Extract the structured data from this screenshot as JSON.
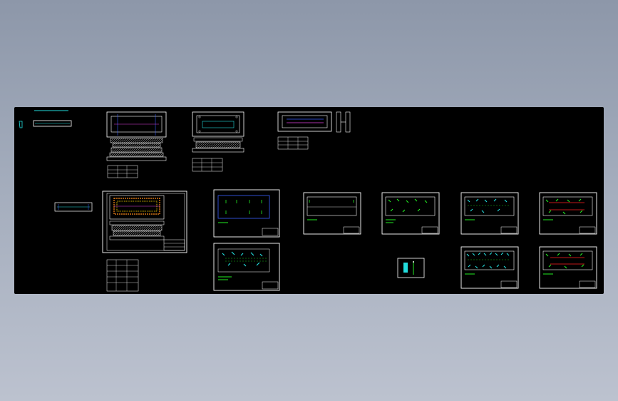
{
  "viewer": {
    "background_top": "#8d97a9",
    "background_bottom": "#bcc2cf",
    "canvas_color": "#000000"
  },
  "palette": {
    "frame": "#ffffff",
    "green": "#22ee22",
    "cyan": "#22dddd",
    "blue": "#3a5fff",
    "magenta": "#e040e0",
    "yellow": "#ffd800",
    "orange": "#ff8c1a",
    "red": "#ff2020"
  },
  "drawings": [
    {
      "name": "model-space-top-left-detail",
      "kind": "small-part"
    },
    {
      "name": "die-assembly-drawing",
      "kind": "assembly"
    },
    {
      "name": "lower-die-plate-drawing",
      "kind": "assembly"
    },
    {
      "name": "punch-holder-drawing",
      "kind": "assembly"
    },
    {
      "name": "main-assembly-sheet",
      "kind": "sheet"
    },
    {
      "name": "plate-sheet-1",
      "kind": "sheet"
    },
    {
      "name": "plate-sheet-2",
      "kind": "sheet"
    },
    {
      "name": "plate-sheet-3",
      "kind": "sheet"
    },
    {
      "name": "plate-sheet-4",
      "kind": "sheet"
    },
    {
      "name": "plate-sheet-5",
      "kind": "sheet"
    },
    {
      "name": "plate-sheet-6",
      "kind": "sheet"
    },
    {
      "name": "plate-sheet-7",
      "kind": "sheet"
    },
    {
      "name": "plate-sheet-8",
      "kind": "sheet"
    },
    {
      "name": "ucs-icon-block",
      "kind": "symbol"
    }
  ]
}
